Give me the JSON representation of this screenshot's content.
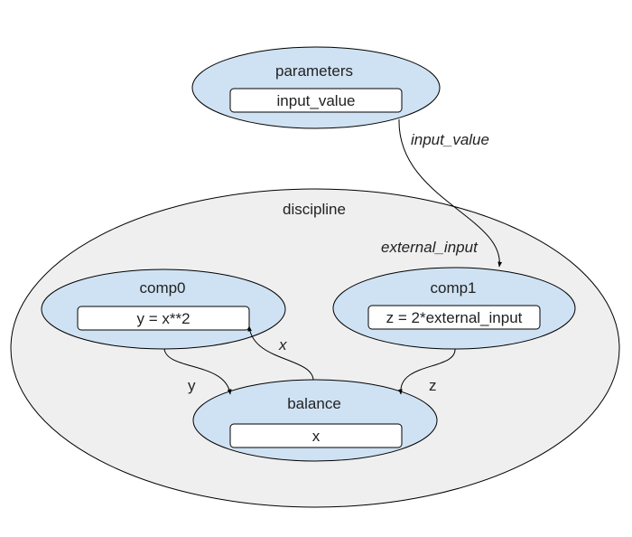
{
  "colors": {
    "node_fill": "#cfe2f3",
    "group_fill": "#efefef",
    "stroke": "#000000",
    "box_fill": "#ffffff"
  },
  "nodes": {
    "parameters": {
      "title": "parameters",
      "content": "input_value"
    },
    "discipline": {
      "title": "discipline"
    },
    "comp0": {
      "title": "comp0",
      "content": "y = x**2"
    },
    "comp1": {
      "title": "comp1",
      "content": "z = 2*external_input"
    },
    "balance": {
      "title": "balance",
      "content": "x"
    }
  },
  "edges": [
    {
      "from": "parameters",
      "to": "comp1",
      "label": "input_value",
      "italic": true
    },
    {
      "from": "parameters",
      "to": "comp1",
      "label": "external_input",
      "italic": true
    },
    {
      "from": "comp0",
      "to": "balance",
      "label": "y",
      "italic": false
    },
    {
      "from": "balance",
      "to": "comp0",
      "label": "x",
      "italic": true
    },
    {
      "from": "comp1",
      "to": "balance",
      "label": "z",
      "italic": false
    }
  ]
}
